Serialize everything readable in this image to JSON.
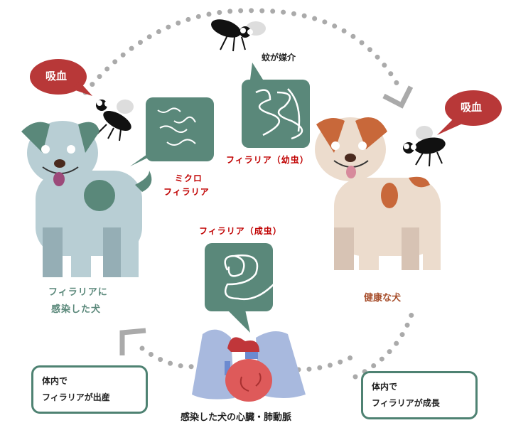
{
  "labels": {
    "bite_left": "吸血",
    "bite_right": "吸血",
    "mosquito_vector": "蚊が媒介",
    "larva": "フィラリア（幼虫）",
    "micro_line1": "ミクロ",
    "micro_line2": "フィラリア",
    "adult": "フィラリア（成虫）",
    "infected_dog_line1": "フィラリアに",
    "infected_dog_line2": "感染した犬",
    "healthy_dog": "健康な犬",
    "heart_caption": "感染した犬の心臓・肺動脈"
  },
  "boxes": {
    "birth_line1": "体内で",
    "birth_line2": "フィラリアが出産",
    "growth_line1": "体内で",
    "growth_line2": "フィラリアが成長"
  },
  "colors": {
    "teal": "#5a887a",
    "red": "#b83838",
    "dots": "#aaaaaa"
  }
}
